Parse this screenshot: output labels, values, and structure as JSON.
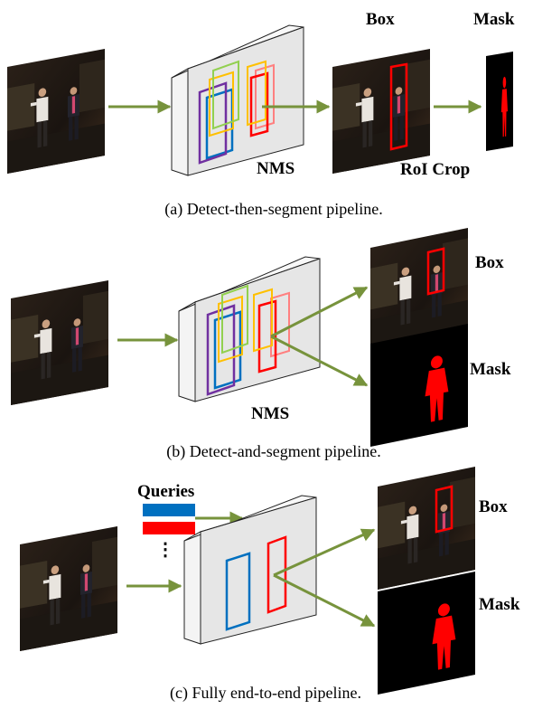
{
  "panels": [
    {
      "id": "a",
      "caption": "(a) Detect-then-segment pipeline.",
      "labels": {
        "box": "Box",
        "mask": "Mask",
        "nms": "NMS",
        "roi": "RoI Crop"
      }
    },
    {
      "id": "b",
      "caption": "(b) Detect-and-segment pipeline.",
      "labels": {
        "box": "Box",
        "mask": "Mask",
        "nms": "NMS"
      }
    },
    {
      "id": "c",
      "caption": "(c) Fully end-to-end pipeline.",
      "labels": {
        "queries": "Queries",
        "box": "Box",
        "mask": "Mask",
        "ellipsis": "⋮"
      }
    }
  ],
  "colors": {
    "arrow": "#77933c",
    "box_red": "#ff0000",
    "box_blue": "#0070c0",
    "box_purple": "#7030a0",
    "box_orange": "#ffc000",
    "box_green": "#92d050",
    "box_pink": "#ff8080",
    "query_blue": "#0070c0",
    "query_red": "#ff0000",
    "mask_red": "#ff0000",
    "panel_face": "#e6e6e6"
  }
}
